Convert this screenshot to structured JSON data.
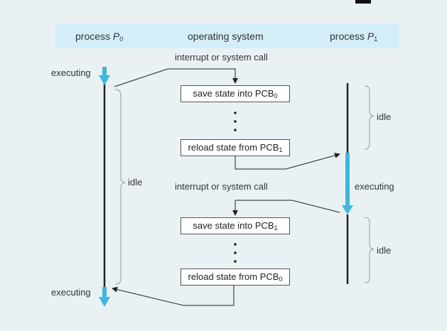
{
  "header": {
    "process0": {
      "prefix": "process ",
      "italic": "P",
      "sub": "0"
    },
    "os": "operating system",
    "process1": {
      "prefix": "process ",
      "italic": "P",
      "sub": "1"
    }
  },
  "p0": {
    "executing_top": "executing",
    "idle": "idle",
    "executing_bottom": "executing"
  },
  "p1": {
    "idle_top": "idle",
    "executing": "executing",
    "idle_bottom": "idle"
  },
  "os_steps": {
    "interrupt1": "interrupt or system call",
    "save1": {
      "text": "save state into PCB",
      "sub": "0"
    },
    "reload1": {
      "text": "reload state from PCB",
      "sub": "1"
    },
    "interrupt2": "interrupt or system call",
    "save2": {
      "text": "save state into PCB",
      "sub": "1"
    },
    "reload2": {
      "text": "reload state from PCB",
      "sub": "0"
    }
  },
  "colors": {
    "header_band": "#d3eef8",
    "exec_arrow": "#3fb7dd",
    "line": "#222222",
    "brace": "#9a9a9a",
    "box_fill": "#ffffff"
  }
}
